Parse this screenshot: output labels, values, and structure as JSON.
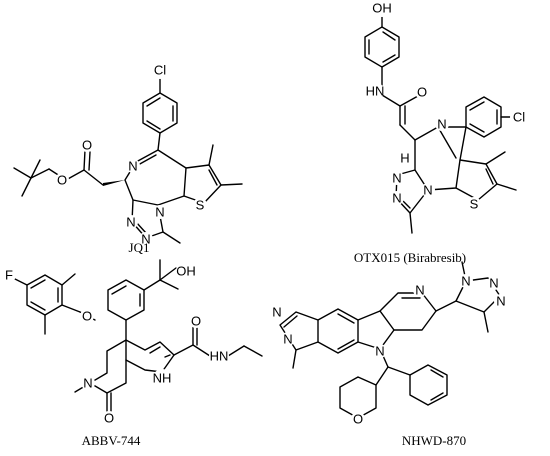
{
  "captions": {
    "jq1": "JQ1",
    "otx015": "OTX015 (Birabresib)",
    "abbv744": "ABBV-744",
    "nhwd870": "NHWD-870"
  },
  "atoms": {
    "cl": "Cl",
    "n": "N",
    "s": "S",
    "o": "O",
    "oh": "OH",
    "hn": "HN",
    "nh": "NH",
    "h": "H",
    "f": "F",
    "hn2": "HN"
  }
}
